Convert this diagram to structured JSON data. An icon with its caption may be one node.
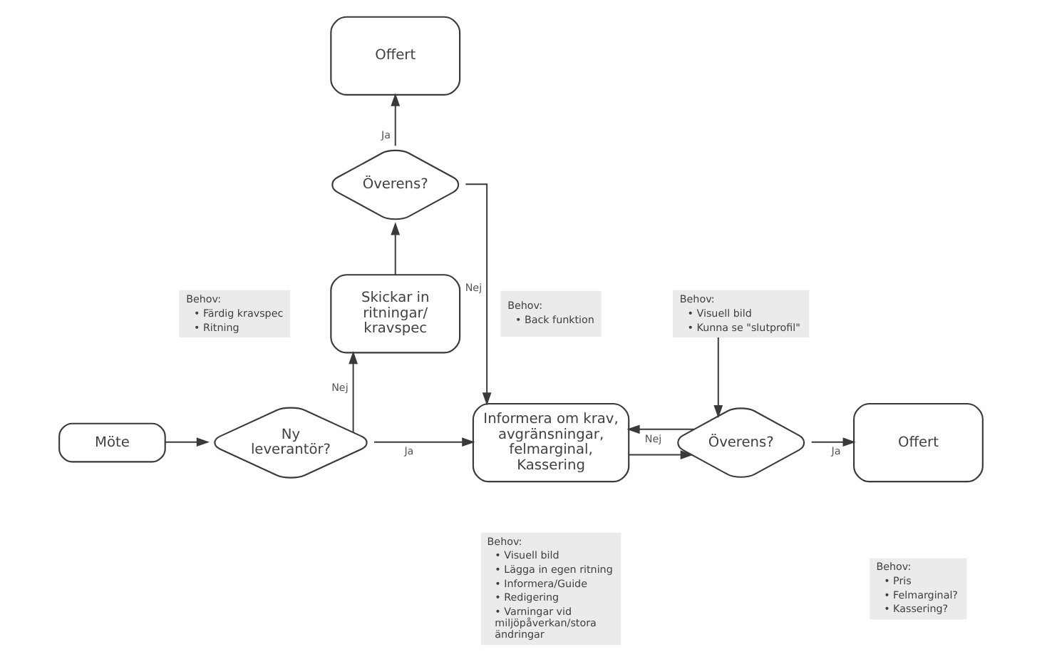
{
  "diagram": {
    "nodes": [
      {
        "text": [
          "Offert"
        ]
      },
      {
        "text": [
          "Överens?"
        ]
      },
      {
        "text": [
          "Skickar in ritningar/ kravspec"
        ]
      },
      {
        "text": [
          "Behov:",
          "• Back funktion"
        ]
      },
      {
        "text": [
          "Behov:",
          "• Färdig kravspec",
          "• Ritning"
        ]
      },
      {
        "text": [
          "Behov:",
          "• Visuell bild",
          "• Kunna se \"slutprofil\""
        ]
      },
      {
        "text": [
          "Möte"
        ]
      },
      {
        "text": [
          "Ny leverantör?"
        ]
      },
      {
        "text": [
          "Informera om krav, avgränsningar, felmarginal, Kassering"
        ]
      },
      {
        "text": [
          "Överens?"
        ]
      },
      {
        "text": [
          "Offert"
        ]
      },
      {
        "text": [
          "Behov:",
          "• Visuell bild",
          "• Lägga in egen ritning",
          "• Informera/Guide",
          "• Redigering",
          "• Varningar vid miljöpåverkan/stora ändringar"
        ]
      },
      {
        "text": [
          "Behov:",
          "• Pris",
          "• Felmarginal?",
          "• Kassering?"
        ]
      }
    ],
    "edges": [
      {
        "from": 6,
        "to": 7,
        "arrow": "to"
      },
      {
        "from": 7,
        "to": 2,
        "arrow": "to",
        "label": "Nej"
      },
      {
        "from": 2,
        "to": 1,
        "arrow": "to"
      },
      {
        "from": 1,
        "to": 0,
        "arrow": "to",
        "label": "Ja"
      },
      {
        "from": 1,
        "to": 8,
        "arrow": "to",
        "label": "Nej"
      },
      {
        "from": 7,
        "to": 8,
        "arrow": "to",
        "label": "Ja"
      },
      {
        "from": 8,
        "to": 9,
        "arrow": "to"
      },
      {
        "from": 9,
        "to": 8,
        "arrow": "to",
        "label": "Nej"
      },
      {
        "from": 9,
        "to": 10,
        "arrow": "to",
        "label": "Ja"
      },
      {
        "from": 5,
        "to": 9,
        "arrow": "to"
      }
    ]
  }
}
